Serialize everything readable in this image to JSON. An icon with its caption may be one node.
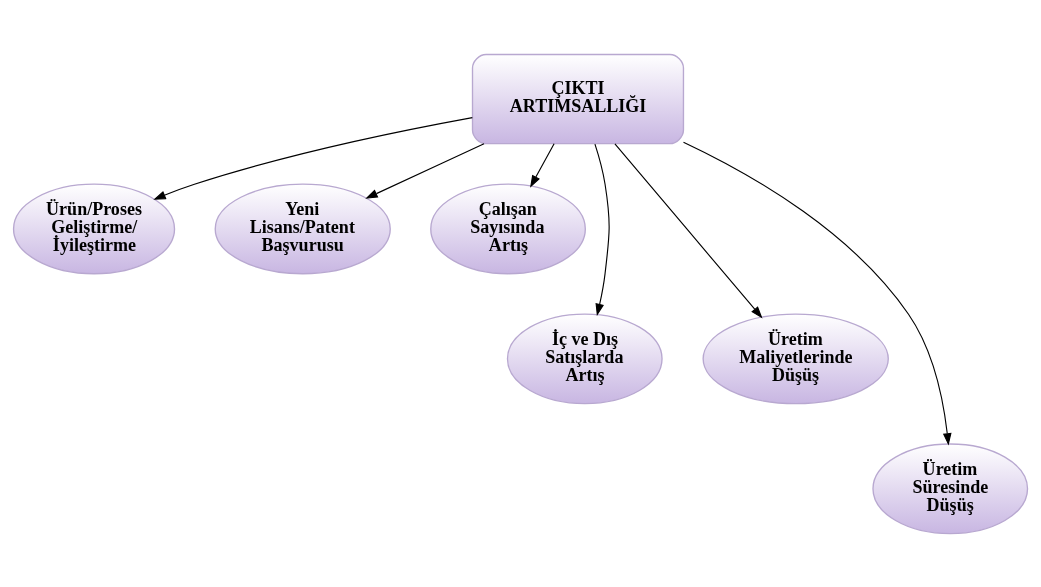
{
  "diagram": {
    "nodes": [
      {
        "text": [
          "ÇIKTI ARTIMSALLIĞI"
        ]
      },
      {
        "text": [
          "Ürün/Proses Geliştirme/ İyileştirme"
        ]
      },
      {
        "text": [
          "Yeni Lisans/Patent Başvurusu"
        ]
      },
      {
        "text": [
          "Çalışan Sayısında Artış"
        ]
      },
      {
        "text": [
          "İç ve Dış Satışlarda Artış"
        ]
      },
      {
        "text": [
          "Üretim Maliyetlerinde Düşüş"
        ]
      },
      {
        "text": [
          "Üretim Süresinde Düşüş"
        ]
      }
    ],
    "edges": [
      {
        "from": 0,
        "to": 1,
        "arrow": "to"
      },
      {
        "from": 0,
        "to": 4,
        "arrow": "to"
      },
      {
        "from": 0,
        "to": 3,
        "arrow": "to"
      },
      {
        "from": 0,
        "to": 6,
        "arrow": "to"
      },
      {
        "from": 0,
        "to": 5,
        "arrow": "to"
      },
      {
        "from": 0,
        "to": 2,
        "arrow": "to"
      }
    ]
  }
}
